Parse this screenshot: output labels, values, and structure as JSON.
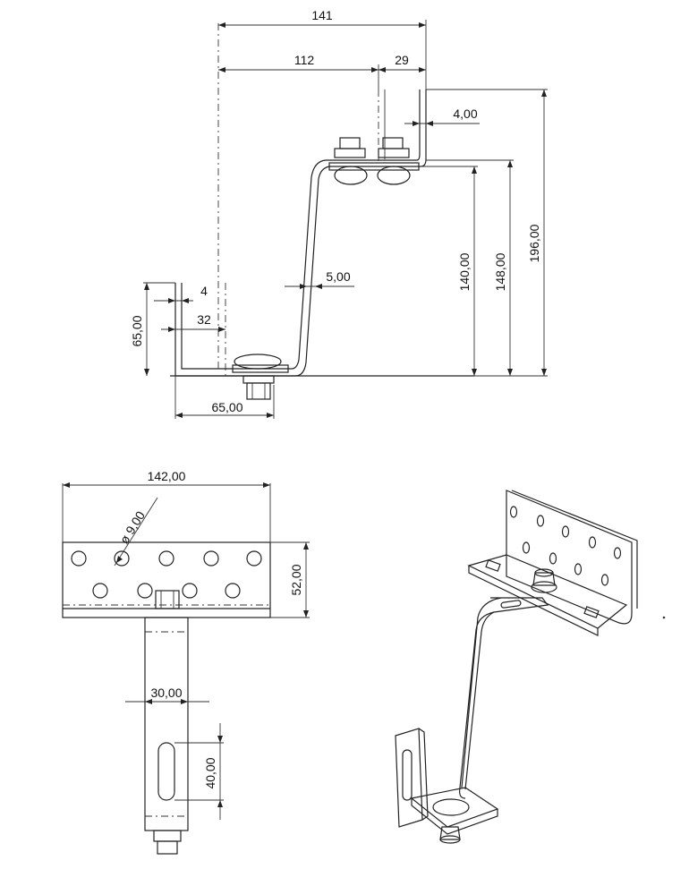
{
  "side_view": {
    "dims": {
      "overall_width": "141",
      "arm_length": "112",
      "top_flange": "29",
      "top_thickness": "4,00",
      "shank_thickness": "5,00",
      "base_thickness": "4",
      "base_offset": "32",
      "base_height": "65,00",
      "base_width": "65,00",
      "h_140": "140,00",
      "h_148": "148,00",
      "h_196": "196,00"
    }
  },
  "front_view": {
    "dims": {
      "plate_width": "142,00",
      "hole_diameter": "ø 9,00",
      "plate_height": "52,00",
      "shank_width": "30,00",
      "slot_length": "40,00"
    }
  },
  "iso_view": {}
}
